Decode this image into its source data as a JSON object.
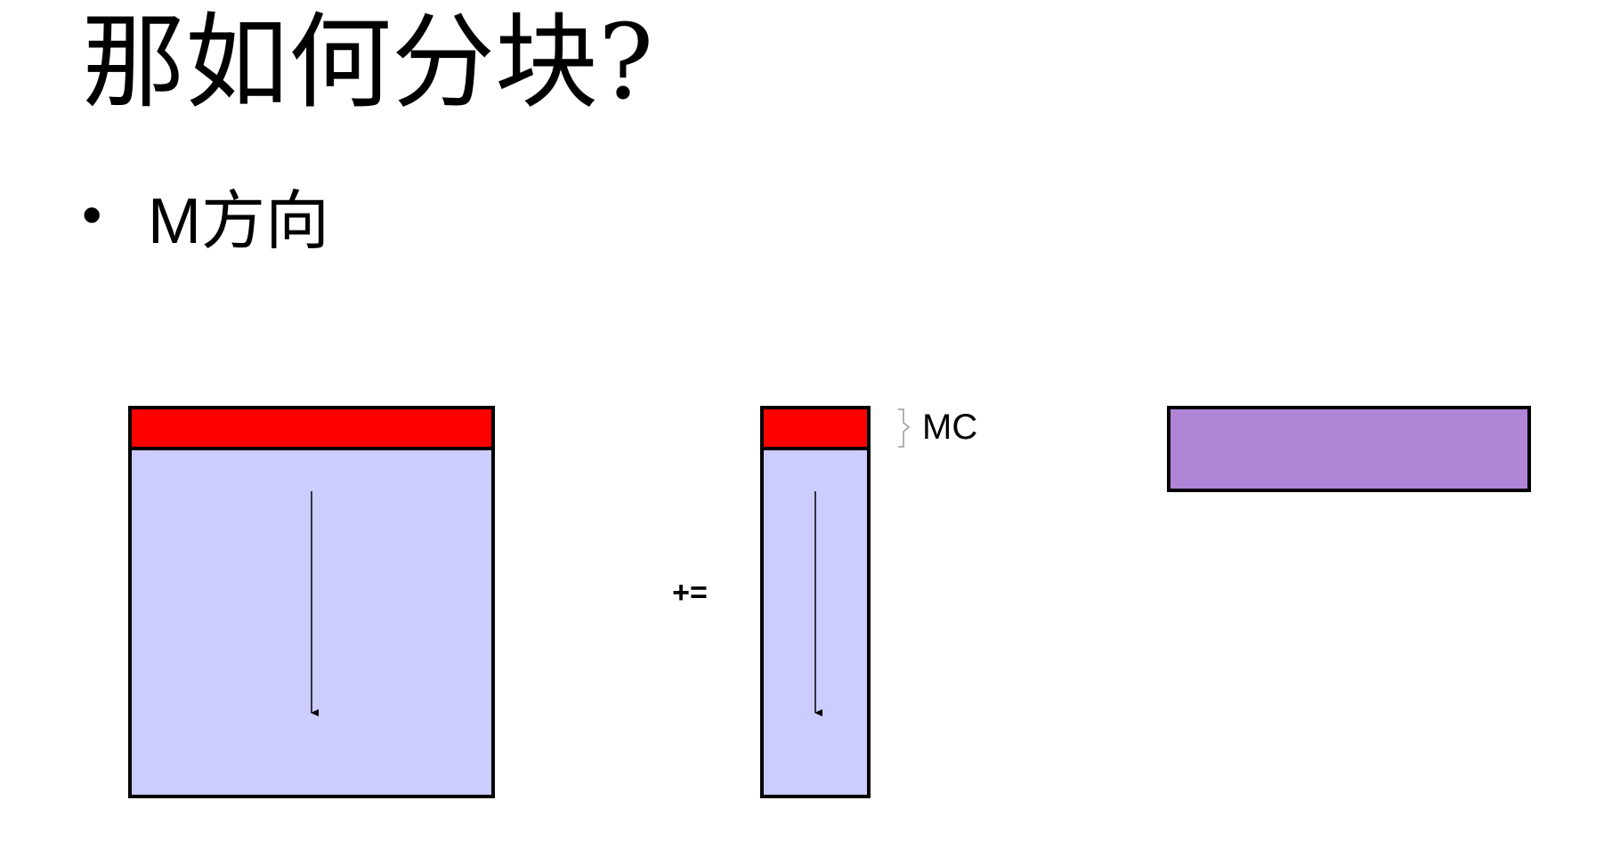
{
  "title": "那如何分块?",
  "bullet": {
    "marker": "•",
    "text": "M方向"
  },
  "diagram": {
    "operator_label": "+=",
    "block_label": "MC",
    "colors": {
      "matrix_fill": "#ccccff",
      "block_fill": "#ff0000",
      "result_fill": "#b085d8",
      "stroke": "#000000",
      "brace": "#999999"
    }
  }
}
